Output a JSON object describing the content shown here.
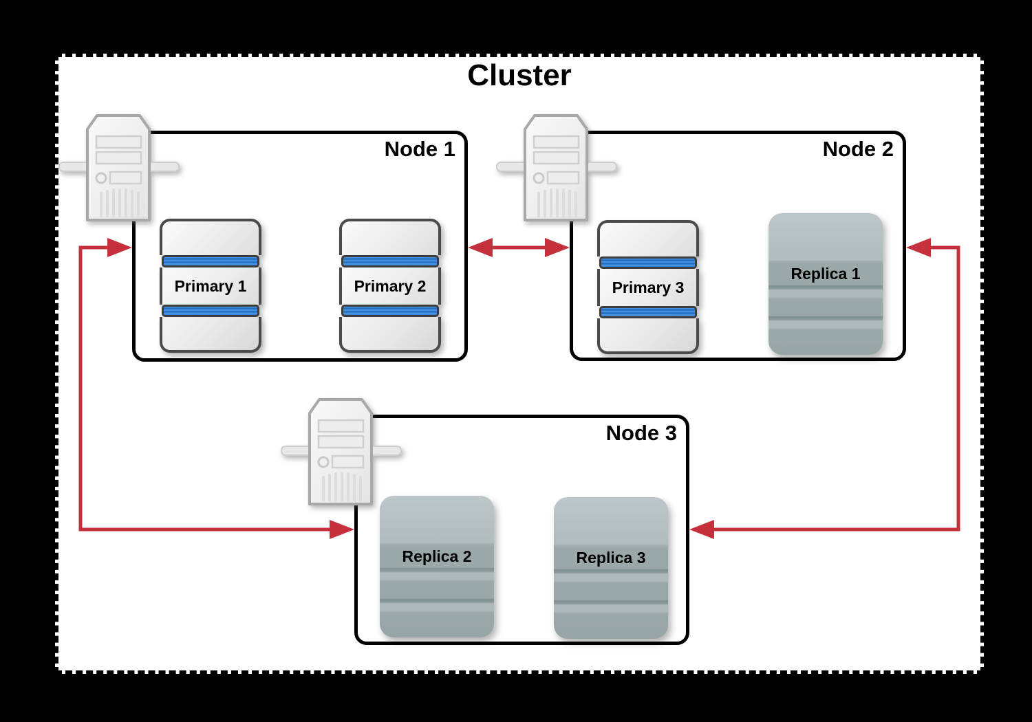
{
  "title": "Cluster",
  "colors": {
    "background": "#000000",
    "canvas": "#ffffff",
    "node_border": "#000000",
    "arrow": "#c5303c",
    "primary_band_blue": "#2579d8",
    "replica_gray": "#9ba8a9",
    "text": "#000000"
  },
  "nodes": [
    {
      "label": "Node 1",
      "databases": [
        {
          "label": "Primary 1",
          "role": "primary"
        },
        {
          "label": "Primary 2",
          "role": "primary"
        }
      ]
    },
    {
      "label": "Node 2",
      "databases": [
        {
          "label": "Primary 3",
          "role": "primary"
        },
        {
          "label": "Replica 1",
          "role": "replica"
        }
      ]
    },
    {
      "label": "Node 3",
      "databases": [
        {
          "label": "Replica 2",
          "role": "replica"
        },
        {
          "label": "Replica 3",
          "role": "replica"
        }
      ]
    }
  ],
  "connections": [
    {
      "from": "Node 1",
      "to": "Node 2",
      "bidirectional": true
    },
    {
      "from": "Node 1",
      "to": "Node 3",
      "bidirectional": true
    },
    {
      "from": "Node 2",
      "to": "Node 3",
      "bidirectional": true
    }
  ]
}
